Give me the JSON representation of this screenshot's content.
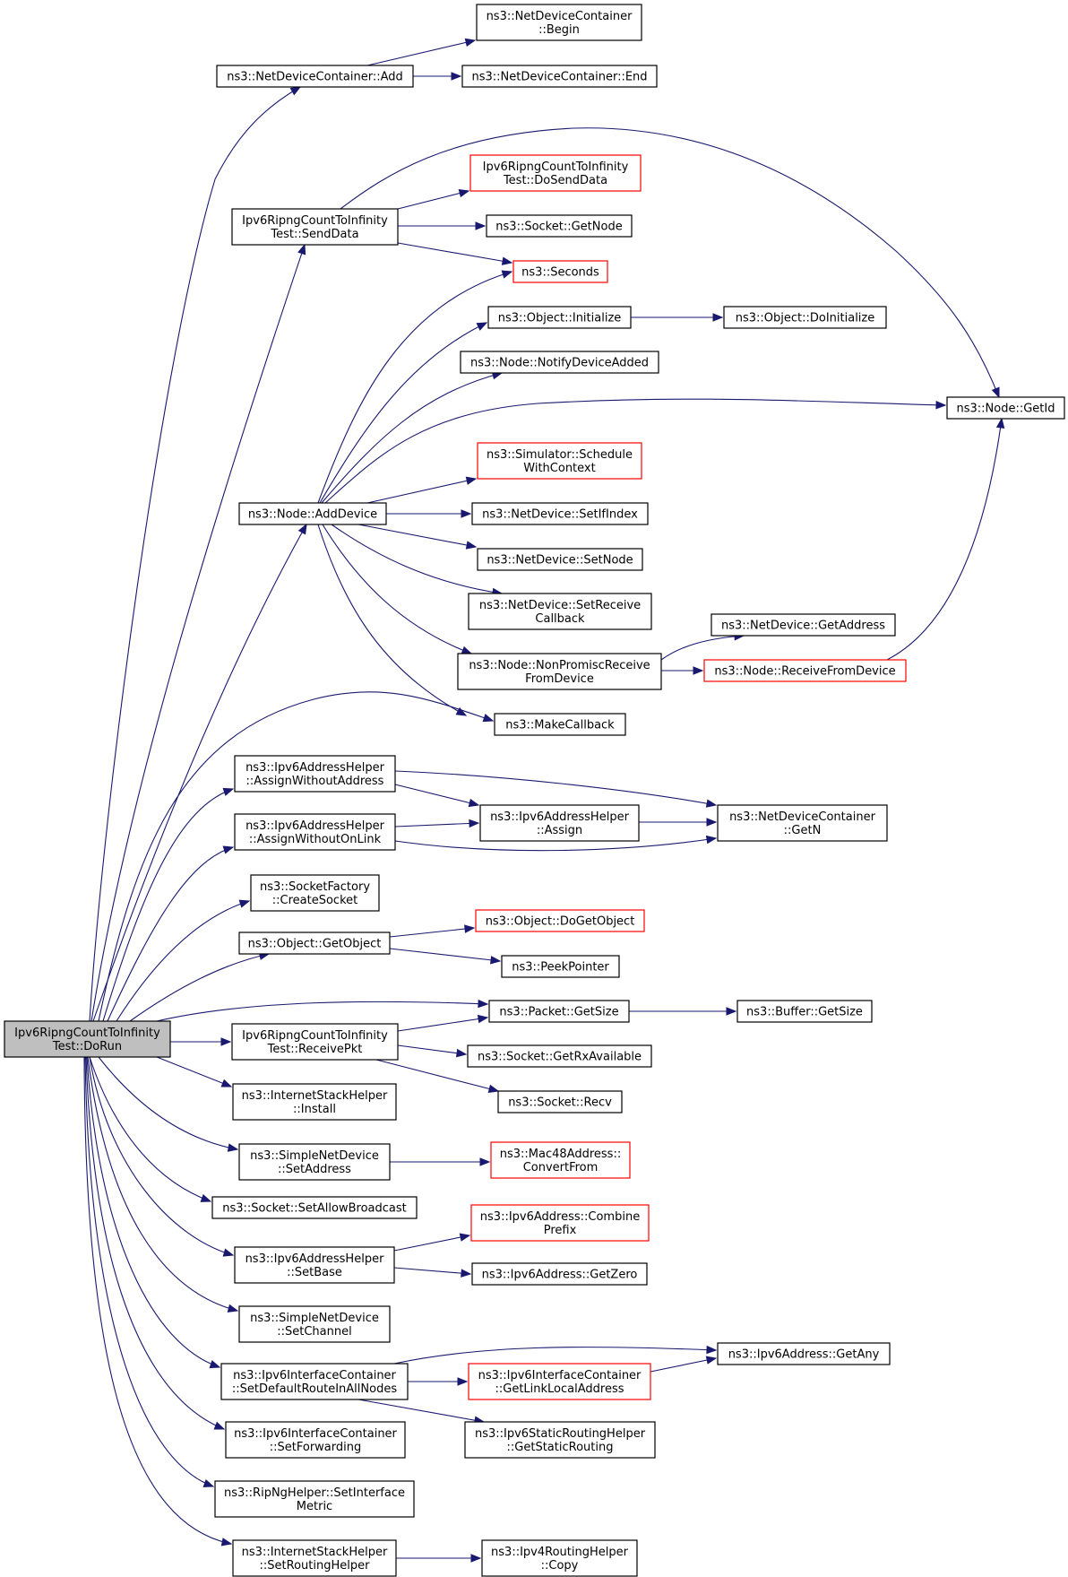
{
  "colors": {
    "edge": "#191970",
    "node_border": "#000000",
    "truncated_border": "#ff0000",
    "root_fill": "#bfbfbf",
    "node_fill": "#ffffff"
  },
  "nodes": {
    "dorun": {
      "lines": [
        "Ipv6RipngCountToInfinity",
        "Test::DoRun"
      ],
      "style": "root"
    },
    "ndc_add": {
      "lines": [
        "ns3::NetDeviceContainer::Add"
      ],
      "style": "normal"
    },
    "ndc_begin": {
      "lines": [
        "ns3::NetDeviceContainer",
        "::Begin"
      ],
      "style": "normal"
    },
    "ndc_end": {
      "lines": [
        "ns3::NetDeviceContainer::End"
      ],
      "style": "normal"
    },
    "senddata": {
      "lines": [
        "Ipv6RipngCountToInfinity",
        "Test::SendData"
      ],
      "style": "normal"
    },
    "dosenddata": {
      "lines": [
        "Ipv6RipngCountToInfinity",
        "Test::DoSendData"
      ],
      "style": "truncated"
    },
    "sock_getnode": {
      "lines": [
        "ns3::Socket::GetNode"
      ],
      "style": "normal"
    },
    "seconds": {
      "lines": [
        "ns3::Seconds"
      ],
      "style": "truncated"
    },
    "obj_init": {
      "lines": [
        "ns3::Object::Initialize"
      ],
      "style": "normal"
    },
    "obj_doinit": {
      "lines": [
        "ns3::Object::DoInitialize"
      ],
      "style": "normal"
    },
    "node_notify": {
      "lines": [
        "ns3::Node::NotifyDeviceAdded"
      ],
      "style": "normal"
    },
    "node_getid": {
      "lines": [
        "ns3::Node::GetId"
      ],
      "style": "normal"
    },
    "sim_sched": {
      "lines": [
        "ns3::Simulator::Schedule",
        "WithContext"
      ],
      "style": "truncated"
    },
    "node_adddev": {
      "lines": [
        "ns3::Node::AddDevice"
      ],
      "style": "normal"
    },
    "nd_setifindex": {
      "lines": [
        "ns3::NetDevice::SetIfIndex"
      ],
      "style": "normal"
    },
    "nd_setnode": {
      "lines": [
        "ns3::NetDevice::SetNode"
      ],
      "style": "normal"
    },
    "nd_setrecv": {
      "lines": [
        "ns3::NetDevice::SetReceive",
        "Callback"
      ],
      "style": "normal"
    },
    "nd_getaddr": {
      "lines": [
        "ns3::NetDevice::GetAddress"
      ],
      "style": "normal"
    },
    "node_nonpromisc": {
      "lines": [
        "ns3::Node::NonPromiscReceive",
        "FromDevice"
      ],
      "style": "normal"
    },
    "node_recvfrom": {
      "lines": [
        "ns3::Node::ReceiveFromDevice"
      ],
      "style": "truncated"
    },
    "makecallback": {
      "lines": [
        "ns3::MakeCallback"
      ],
      "style": "normal"
    },
    "aah_without_addr": {
      "lines": [
        "ns3::Ipv6AddressHelper",
        "::AssignWithoutAddress"
      ],
      "style": "normal"
    },
    "aah_assign": {
      "lines": [
        "ns3::Ipv6AddressHelper",
        "::Assign"
      ],
      "style": "normal"
    },
    "ndc_getn": {
      "lines": [
        "ns3::NetDeviceContainer",
        "::GetN"
      ],
      "style": "normal"
    },
    "aah_without_onlink": {
      "lines": [
        "ns3::Ipv6AddressHelper",
        "::AssignWithoutOnLink"
      ],
      "style": "normal"
    },
    "sockfactory": {
      "lines": [
        "ns3::SocketFactory",
        "::CreateSocket"
      ],
      "style": "normal"
    },
    "obj_getobject": {
      "lines": [
        "ns3::Object::GetObject"
      ],
      "style": "normal"
    },
    "obj_dogetobject": {
      "lines": [
        "ns3::Object::DoGetObject"
      ],
      "style": "truncated"
    },
    "peekpointer": {
      "lines": [
        "ns3::PeekPointer"
      ],
      "style": "normal"
    },
    "pkt_getsize": {
      "lines": [
        "ns3::Packet::GetSize"
      ],
      "style": "normal"
    },
    "buf_getsize": {
      "lines": [
        "ns3::Buffer::GetSize"
      ],
      "style": "normal"
    },
    "receivepkt": {
      "lines": [
        "Ipv6RipngCountToInfinity",
        "Test::ReceivePkt"
      ],
      "style": "normal"
    },
    "sock_rxavail": {
      "lines": [
        "ns3::Socket::GetRxAvailable"
      ],
      "style": "normal"
    },
    "sock_recv": {
      "lines": [
        "ns3::Socket::Recv"
      ],
      "style": "normal"
    },
    "ish_install": {
      "lines": [
        "ns3::InternetStackHelper",
        "::Install"
      ],
      "style": "normal"
    },
    "snd_setaddr": {
      "lines": [
        "ns3::SimpleNetDevice",
        "::SetAddress"
      ],
      "style": "normal"
    },
    "mac48": {
      "lines": [
        "ns3::Mac48Address::",
        "ConvertFrom"
      ],
      "style": "truncated"
    },
    "sock_bcast": {
      "lines": [
        "ns3::Socket::SetAllowBroadcast"
      ],
      "style": "normal"
    },
    "ipv6_combine": {
      "lines": [
        "ns3::Ipv6Address::Combine",
        "Prefix"
      ],
      "style": "truncated"
    },
    "aah_setbase": {
      "lines": [
        "ns3::Ipv6AddressHelper",
        "::SetBase"
      ],
      "style": "normal"
    },
    "ipv6_getzero": {
      "lines": [
        "ns3::Ipv6Address::GetZero"
      ],
      "style": "normal"
    },
    "snd_setchannel": {
      "lines": [
        "ns3::SimpleNetDevice",
        "::SetChannel"
      ],
      "style": "normal"
    },
    "ipv6_getany": {
      "lines": [
        "ns3::Ipv6Address::GetAny"
      ],
      "style": "normal"
    },
    "iic_setdefault": {
      "lines": [
        "ns3::Ipv6InterfaceContainer",
        "::SetDefaultRouteInAllNodes"
      ],
      "style": "normal"
    },
    "iic_getlinklocal": {
      "lines": [
        "ns3::Ipv6InterfaceContainer",
        "::GetLinkLocalAddress"
      ],
      "style": "truncated"
    },
    "ipv6static": {
      "lines": [
        "ns3::Ipv6StaticRoutingHelper",
        "::GetStaticRouting"
      ],
      "style": "normal"
    },
    "iic_setfwd": {
      "lines": [
        "ns3::Ipv6InterfaceContainer",
        "::SetForwarding"
      ],
      "style": "normal"
    },
    "ripng_metric": {
      "lines": [
        "ns3::RipNgHelper::SetInterface",
        "Metric"
      ],
      "style": "normal"
    },
    "ish_setrouting": {
      "lines": [
        "ns3::InternetStackHelper",
        "::SetRoutingHelper"
      ],
      "style": "normal"
    },
    "ipv4routing": {
      "lines": [
        "ns3::Ipv4RoutingHelper",
        "::Copy"
      ],
      "style": "normal"
    }
  },
  "edges": [
    [
      "dorun",
      "ndc_add"
    ],
    [
      "ndc_add",
      "ndc_begin"
    ],
    [
      "ndc_add",
      "ndc_end"
    ],
    [
      "dorun",
      "senddata"
    ],
    [
      "senddata",
      "node_getid"
    ],
    [
      "senddata",
      "dosenddata"
    ],
    [
      "senddata",
      "sock_getnode"
    ],
    [
      "senddata",
      "seconds"
    ],
    [
      "dorun",
      "node_adddev"
    ],
    [
      "node_adddev",
      "seconds"
    ],
    [
      "node_adddev",
      "obj_init"
    ],
    [
      "obj_init",
      "obj_doinit"
    ],
    [
      "node_adddev",
      "node_notify"
    ],
    [
      "node_adddev",
      "node_getid"
    ],
    [
      "node_adddev",
      "sim_sched"
    ],
    [
      "node_adddev",
      "nd_setifindex"
    ],
    [
      "node_adddev",
      "nd_setnode"
    ],
    [
      "node_adddev",
      "nd_setrecv"
    ],
    [
      "node_adddev",
      "node_nonpromisc"
    ],
    [
      "node_adddev",
      "makecallback"
    ],
    [
      "node_nonpromisc",
      "nd_getaddr"
    ],
    [
      "node_nonpromisc",
      "node_recvfrom"
    ],
    [
      "node_recvfrom",
      "node_getid"
    ],
    [
      "dorun",
      "makecallback"
    ],
    [
      "dorun",
      "aah_without_addr"
    ],
    [
      "aah_without_addr",
      "aah_assign"
    ],
    [
      "aah_without_addr",
      "ndc_getn"
    ],
    [
      "dorun",
      "aah_without_onlink"
    ],
    [
      "aah_without_onlink",
      "aah_assign"
    ],
    [
      "aah_without_onlink",
      "ndc_getn"
    ],
    [
      "aah_assign",
      "ndc_getn"
    ],
    [
      "dorun",
      "sockfactory"
    ],
    [
      "dorun",
      "obj_getobject"
    ],
    [
      "obj_getobject",
      "obj_dogetobject"
    ],
    [
      "obj_getobject",
      "peekpointer"
    ],
    [
      "dorun",
      "pkt_getsize"
    ],
    [
      "pkt_getsize",
      "buf_getsize"
    ],
    [
      "dorun",
      "receivepkt"
    ],
    [
      "receivepkt",
      "pkt_getsize"
    ],
    [
      "receivepkt",
      "sock_rxavail"
    ],
    [
      "receivepkt",
      "sock_recv"
    ],
    [
      "dorun",
      "ish_install"
    ],
    [
      "dorun",
      "snd_setaddr"
    ],
    [
      "snd_setaddr",
      "mac48"
    ],
    [
      "dorun",
      "sock_bcast"
    ],
    [
      "dorun",
      "aah_setbase"
    ],
    [
      "aah_setbase",
      "ipv6_combine"
    ],
    [
      "aah_setbase",
      "ipv6_getzero"
    ],
    [
      "dorun",
      "snd_setchannel"
    ],
    [
      "dorun",
      "iic_setdefault"
    ],
    [
      "iic_setdefault",
      "ipv6_getany"
    ],
    [
      "iic_setdefault",
      "iic_getlinklocal"
    ],
    [
      "iic_getlinklocal",
      "ipv6_getany"
    ],
    [
      "iic_setdefault",
      "ipv6static"
    ],
    [
      "dorun",
      "iic_setfwd"
    ],
    [
      "dorun",
      "ripng_metric"
    ],
    [
      "dorun",
      "ish_setrouting"
    ],
    [
      "ish_setrouting",
      "ipv4routing"
    ]
  ]
}
